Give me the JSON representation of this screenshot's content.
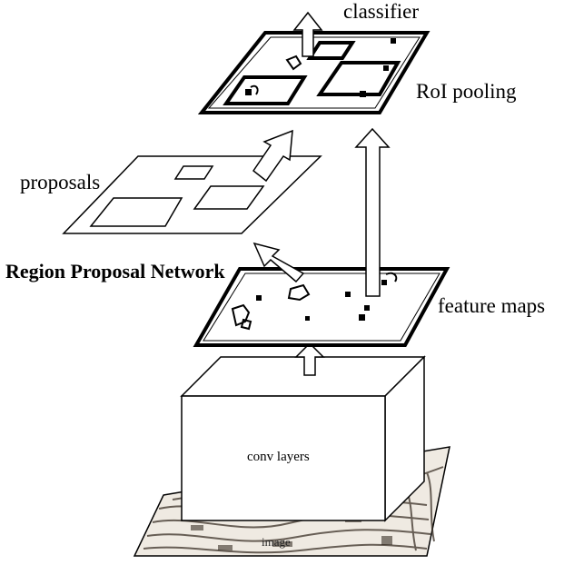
{
  "labels": {
    "classifier": "classifier",
    "roi_pooling": "RoI pooling",
    "proposals": "proposals",
    "rpn": "Region Proposal Network",
    "feature_maps": "feature maps",
    "conv_layers": "conv layers",
    "image": "image"
  },
  "colors": {
    "line": "#000000",
    "background": "#ffffff",
    "image_texture": "#7a6a52"
  }
}
